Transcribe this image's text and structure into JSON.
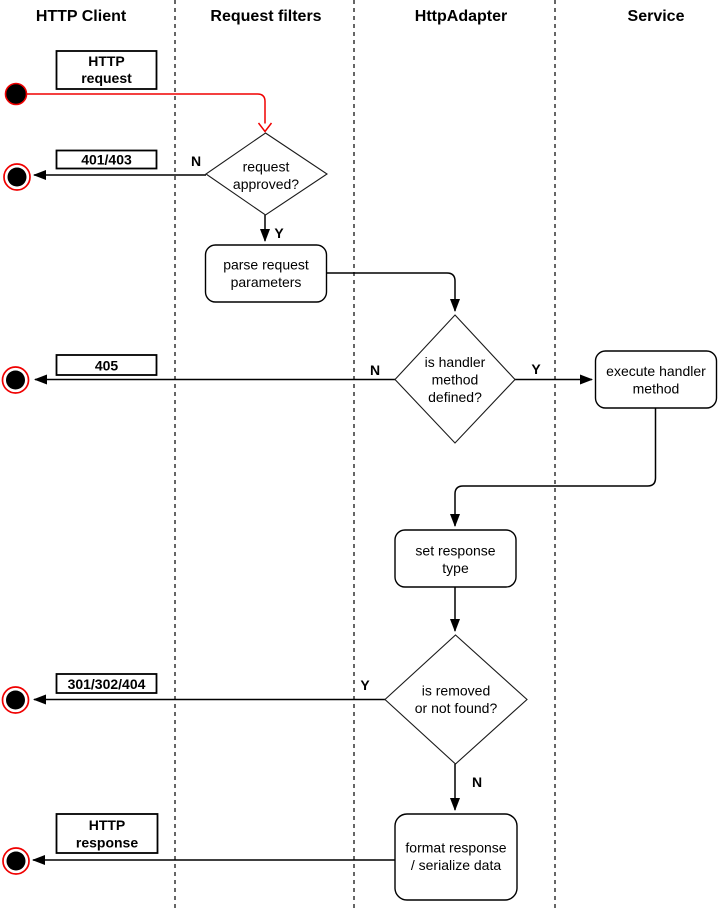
{
  "diagram": {
    "lane_headers": [
      "HTTP Client",
      "Request filters",
      "HttpAdapter",
      "Service"
    ],
    "nodes": {
      "http_request": {
        "lines": [
          "HTTP",
          "request"
        ]
      },
      "code_401_403": {
        "label": "401/403"
      },
      "code_405": {
        "label": "405"
      },
      "code_301_302_404": {
        "label": "301/302/404"
      },
      "http_response": {
        "lines": [
          "HTTP",
          "response"
        ]
      },
      "request_approved": {
        "lines": [
          "request",
          "approved?"
        ]
      },
      "parse_request": {
        "lines": [
          "parse request",
          "parameters"
        ]
      },
      "handler_defined": {
        "lines": [
          "is handler",
          "method",
          "defined?"
        ]
      },
      "execute_handler": {
        "lines": [
          "execute handler",
          "method"
        ]
      },
      "set_response_type": {
        "lines": [
          "set response",
          "type"
        ]
      },
      "removed_or_not_found": {
        "lines": [
          "is removed",
          "or not found?"
        ]
      },
      "format_response": {
        "lines": [
          "format response",
          "/ serialize data"
        ]
      }
    },
    "edge_labels": {
      "approved_no": "N",
      "approved_yes": "Y",
      "handler_no": "N",
      "handler_yes": "Y",
      "removed_yes": "Y",
      "removed_no": "N"
    },
    "colors": {
      "stroke": "#000000",
      "accent_red": "#f00000",
      "node_fill": "#ffffff",
      "background": "#ffffff"
    }
  }
}
